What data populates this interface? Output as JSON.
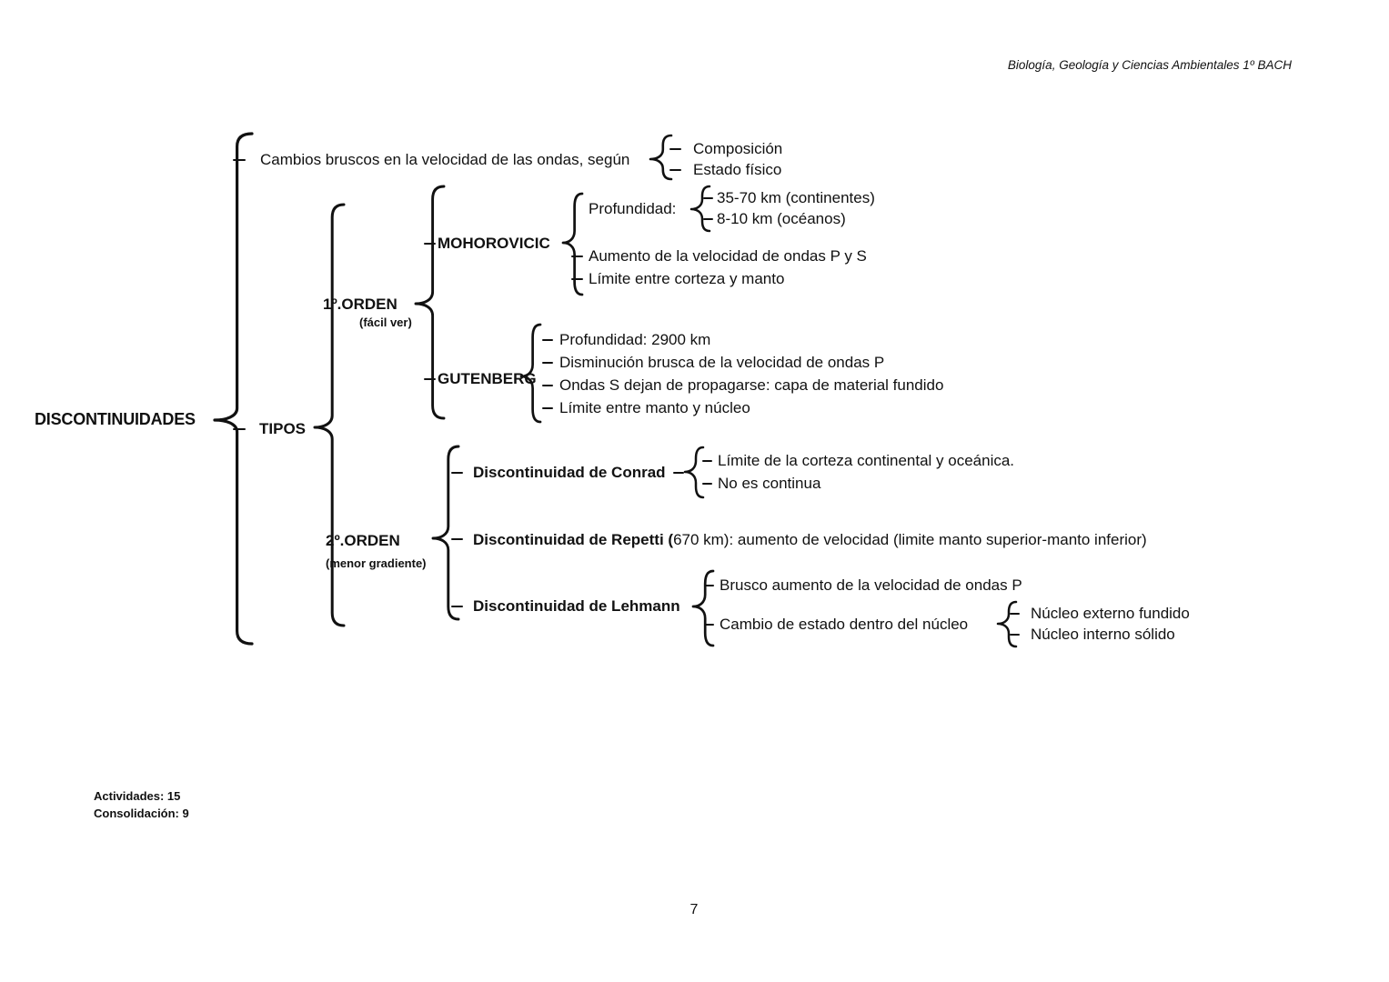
{
  "colors": {
    "background": "#ffffff",
    "ink": "#111111"
  },
  "page": {
    "header": "Biología, Geología y Ciencias Ambientales 1º BACH",
    "page_number": "7",
    "activities": "Actividades: 15",
    "consolidation": "Consolidación: 9"
  },
  "tree": {
    "root_label": "DISCONTINUIDADES",
    "cambios": {
      "label": "Cambios bruscos en la velocidad de las ondas, según",
      "items": [
        "Composición",
        "Estado físico"
      ]
    },
    "tipos": {
      "label": "TIPOS",
      "orden1": {
        "label": "1º.ORDEN",
        "note": "(fácil ver)",
        "mohorovicic": {
          "label": "MOHOROVICIC",
          "profundidad": {
            "label": "Profundidad:",
            "items": [
              "35-70 km (continentes)",
              "8-10 km (océanos)"
            ]
          },
          "items": [
            "Aumento de la velocidad de ondas P y S",
            "Límite entre corteza y manto"
          ]
        },
        "gutenberg": {
          "label": "GUTENBERG",
          "items": [
            "Profundidad: 2900 km",
            "Disminución brusca de la velocidad de ondas P",
            "Ondas S dejan de propagarse: capa de material fundido",
            "Límite entre manto y núcleo"
          ]
        }
      },
      "orden2": {
        "label": "2º.ORDEN",
        "note": "(menor gradiente)",
        "conrad": {
          "label": "Discontinuidad de Conrad",
          "items": [
            "Límite de la corteza continental y oceánica.",
            "No es continua"
          ]
        },
        "repetti": {
          "label_bold": "Discontinuidad de Repetti (",
          "label_rest": "670 km): aumento de velocidad (limite manto superior-manto inferior)"
        },
        "lehmann": {
          "label": "Discontinuidad de Lehmann",
          "items": [
            "Brusco aumento de la velocidad de ondas P"
          ],
          "cambio_estado": {
            "label": "Cambio de estado dentro del núcleo",
            "items": [
              "Núcleo externo fundido",
              "Núcleo interno sólido"
            ]
          }
        }
      }
    }
  }
}
